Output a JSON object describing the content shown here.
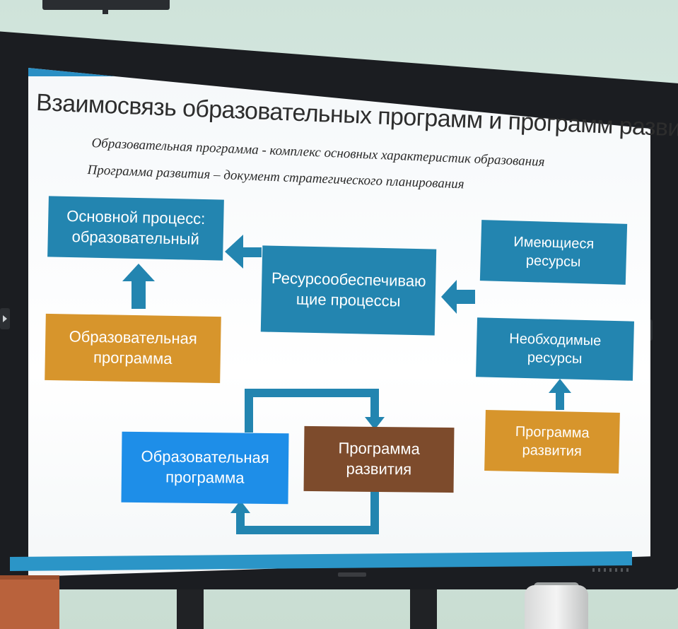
{
  "slide": {
    "title": "Взаимосвязь образовательных программ и программ развития",
    "subtitle_1": "Образовательная  программа - комплекс основных характеристик образования",
    "subtitle_2": "Программа развития – документ стратегического планирования",
    "boxes": {
      "main_process": "Основной процесс: образовательный",
      "edu_program_top": "Образовательная программа",
      "resource_processes": "Ресурсообеспечиваю щие процессы",
      "available_resources": "Имеющиеся ресурсы",
      "needed_resources": "Необходимые ресурсы",
      "dev_program_right": "Программа развития",
      "edu_program_bottom": "Образовательная программа",
      "dev_program_bottom": "Программа развития"
    }
  },
  "colors": {
    "teal": "#2385b0",
    "gold": "#d7952c",
    "blue": "#1e8ee8",
    "brown": "#7d4b2c",
    "band": "#2b8fc4"
  }
}
